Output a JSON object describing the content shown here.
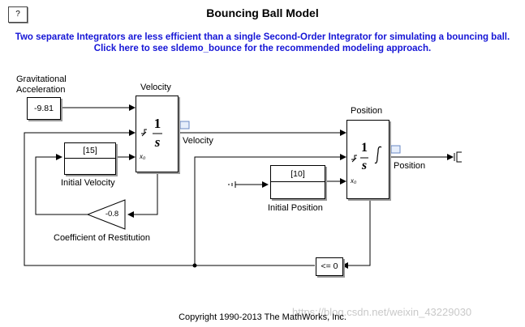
{
  "header": {
    "help_label": "?",
    "title": "Bouncing Ball Model"
  },
  "note": {
    "line1": "Two separate Integrators are less efficient than a single Second-Order Integrator for simulating a bouncing ball.",
    "line2": "Click here to see sldemo_bounce for the recommended modeling approach."
  },
  "blocks": {
    "gravity": {
      "value": "-9.81",
      "label_line1": "Gravitational",
      "label_line2": "Acceleration"
    },
    "velocity_integrator": {
      "title": "Velocity",
      "output_label": "Velocity",
      "numerator": "1",
      "denominator": "s",
      "ic_port": "x₀"
    },
    "initial_velocity": {
      "value": "[15]",
      "label": "Initial Velocity"
    },
    "restitution_gain": {
      "value": "-0.8",
      "label": "Coefficient of Restitution"
    },
    "position_integrator": {
      "title": "Position",
      "output_label": "Position",
      "numerator": "1",
      "denominator": "s",
      "ic_port": "x₀"
    },
    "initial_position": {
      "value": "[10]",
      "label": "Initial Position"
    },
    "compare": {
      "value": "<= 0"
    }
  },
  "footer": {
    "copyright": "Copyright 1990-2013 The MathWorks, Inc.",
    "watermark": "https://blog.csdn.net/weixin_43229030"
  }
}
